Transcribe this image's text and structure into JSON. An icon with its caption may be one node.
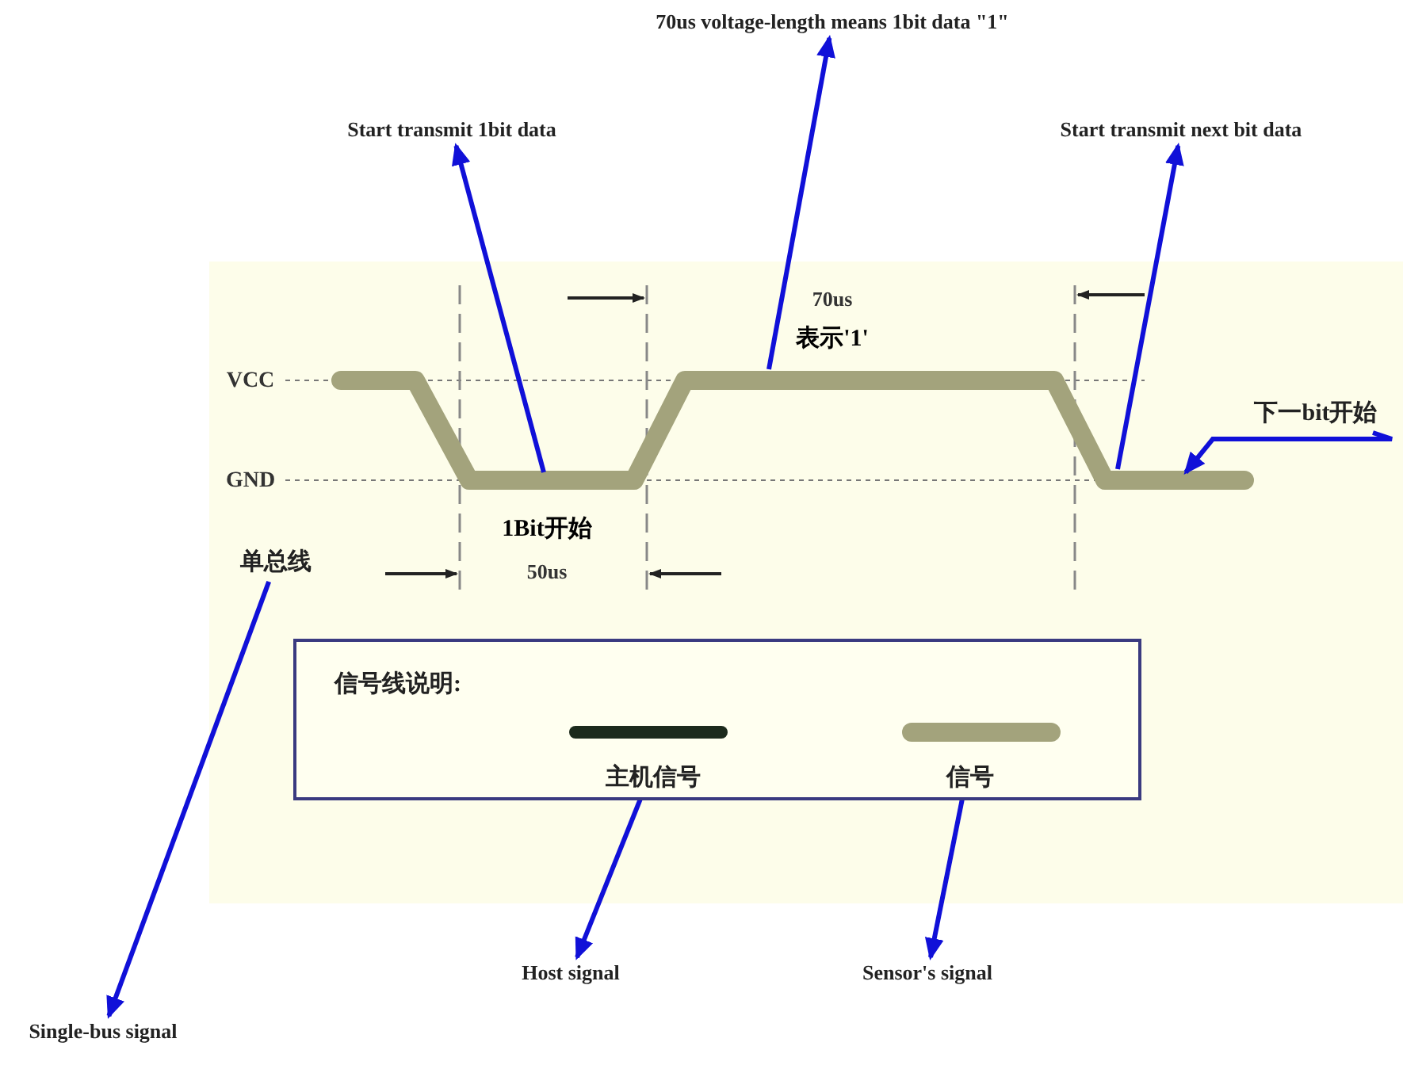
{
  "diagram": {
    "nodes": [
      {
        "text": [
          "70us voltage-length means 1bit data \"1\""
        ]
      },
      {
        "text": [
          "Start transmit 1bit data"
        ]
      },
      {
        "text": [
          "Start transmit next bit data"
        ]
      },
      {
        "text": [
          "下一bit开始"
        ]
      },
      {
        "text": [
          "单总线"
        ]
      },
      {
        "text": [
          "信号线说明:"
        ]
      },
      {
        "text": [
          "主机信号"
        ],
        "in": 5
      },
      {
        "text": [
          "信号"
        ],
        "in": 5
      },
      {
        "text": [
          "Host signal"
        ]
      },
      {
        "text": [
          "Sensor's signal"
        ]
      },
      {
        "text": [
          "Single-bus signal"
        ]
      }
    ],
    "edges": [
      {
        "from": null,
        "to": 1,
        "arrow": "to"
      },
      {
        "from": null,
        "to": 0,
        "arrow": "to"
      },
      {
        "from": null,
        "to": 2,
        "arrow": "to"
      },
      {
        "from": 3,
        "to": null,
        "arrow": "to"
      },
      {
        "from": 4,
        "to": 10,
        "arrow": "to"
      },
      {
        "from": 6,
        "to": 8,
        "arrow": "to"
      },
      {
        "from": 7,
        "to": 9,
        "arrow": "to"
      }
    ],
    "labels": [
      "VCC",
      "GND",
      "70us",
      "表示'1'",
      "1Bit开始",
      "50us"
    ]
  }
}
